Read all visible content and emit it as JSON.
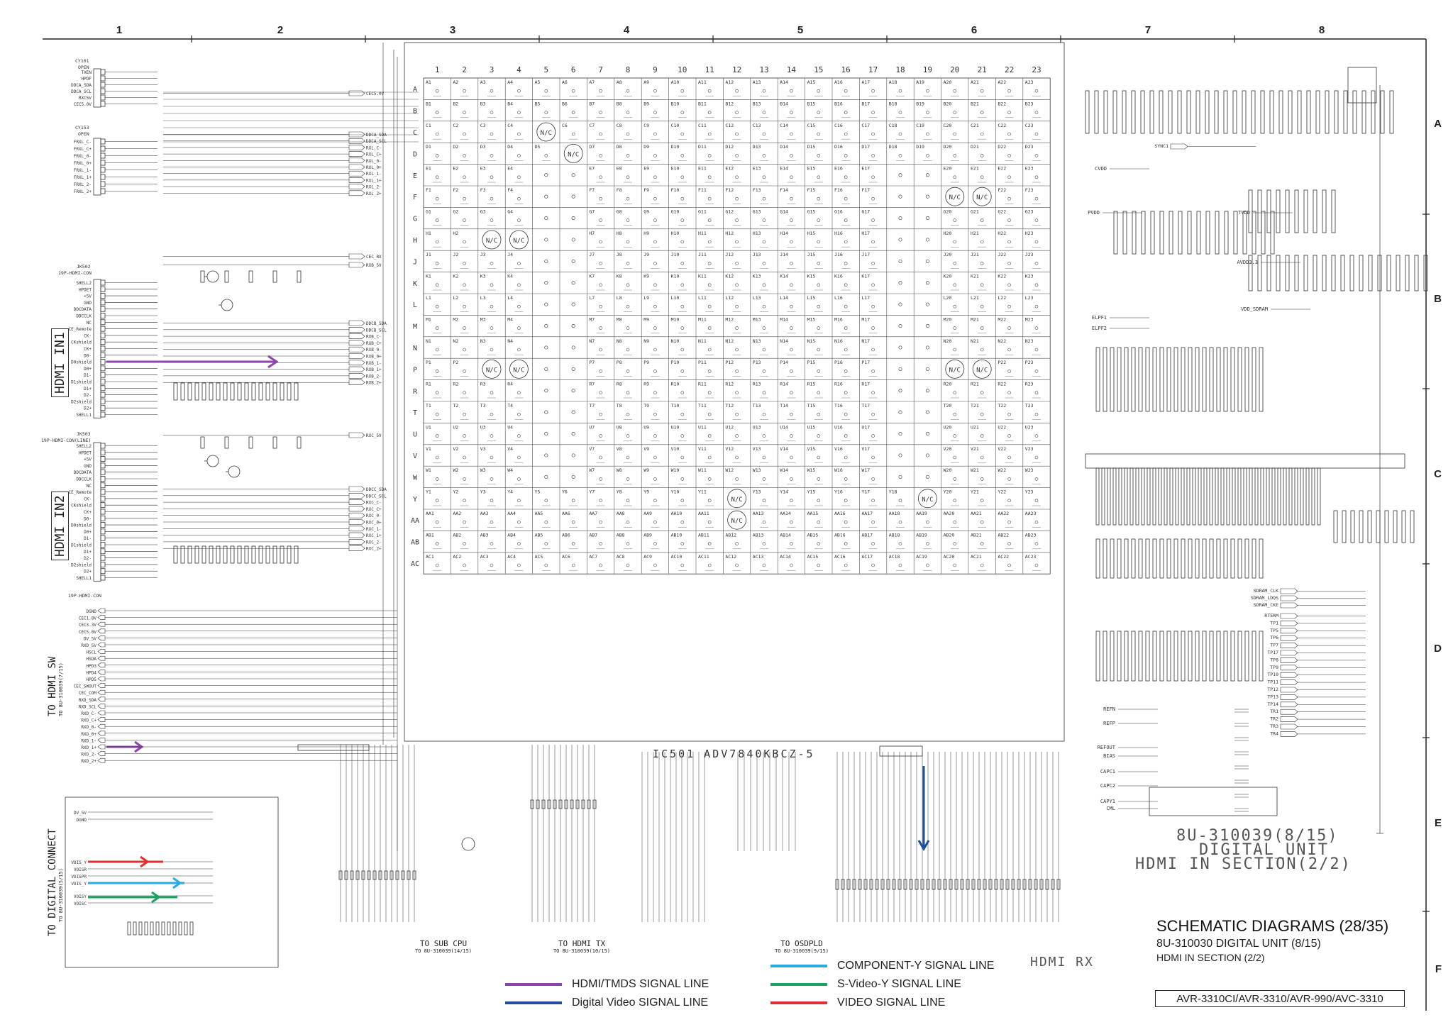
{
  "columns": [
    "1",
    "2",
    "3",
    "4",
    "5",
    "6",
    "7",
    "8"
  ],
  "rows": [
    "A",
    "B",
    "C",
    "D",
    "E",
    "F"
  ],
  "grid_columns": [
    "1",
    "2",
    "3",
    "4",
    "5",
    "6",
    "7",
    "8",
    "9",
    "10",
    "11",
    "12",
    "13",
    "14",
    "15",
    "16",
    "17",
    "18",
    "19",
    "20",
    "21",
    "22",
    "23"
  ],
  "grid_rows": [
    "A",
    "B",
    "C",
    "D",
    "E",
    "F",
    "G",
    "H",
    "J",
    "K",
    "L",
    "M",
    "N",
    "P",
    "R",
    "T",
    "U",
    "V",
    "W",
    "Y",
    "AA",
    "AB",
    "AC"
  ],
  "ic_label": "IC501  ADV7840KBCZ-5",
  "title_block": {
    "title": "SCHEMATIC DIAGRAMS (28/35)",
    "sub1": "8U-310030 DIGITAL UNIT (8/15)",
    "sub2": "HDMI IN SECTION (2/2)",
    "models": "AVR-3310CI/AVR-3310/AVR-990/AVC-3310"
  },
  "handwritten": {
    "line1": "8U-310039(8/15)",
    "line2": "DIGITAL_UNIT",
    "line3": "HDMI IN SECTION(2/2)",
    "hdmi_rx": "HDMI RX"
  },
  "vertical_titles": {
    "hdmi_in1": "HDMI IN1",
    "hdmi_in2": "HDMI IN2",
    "to_hdmi_sw": "TO HDMI SW",
    "to_hdmi_sw_ref": "TO 8U-310039(7/15)",
    "to_digital_connect": "TO DIGITAL CONNECT",
    "to_digital_connect_ref": "TO 8U-310039(5/15)"
  },
  "groups": {
    "sub_cpu": {
      "label": "TO SUB CPU",
      "ref": "TO 8U-310039(14/15)"
    },
    "hdmi_tx": {
      "label": "TO HDMI TX",
      "ref": "TO 8U-310039(10/15)"
    },
    "osdpld": {
      "label": "TO OSDPLD",
      "ref": "TO 8U-310039(9/15)"
    }
  },
  "connectors": {
    "jk502": "JK502",
    "jk502_type": "19P-HDMI-CON",
    "jk503": "JK503",
    "jk503_type": "19P-HDMI-CON(LINE)",
    "footer_conn": "19P-HDMI-CON",
    "cy101": "CY101",
    "cy101_state": "OPEN",
    "cy153": "CY153",
    "cy153_state": "OPEN"
  },
  "pins_left_top": [
    "TXEN",
    "HPDF",
    "DDCA_SDA",
    "DDCA_SCL",
    "RXC5V",
    "CEC5.0V",
    "FRXL_C-",
    "FRXL_C+",
    "FRXL_0-",
    "FRXL_0+",
    "FRXL_1-",
    "FRXL_1+",
    "FRXL_2-",
    "FRXL_2+"
  ],
  "pins_jk502": [
    "SHELL2",
    "HPDET",
    "+5V",
    "GND",
    "DDCDATA",
    "DDCCLK",
    "NC",
    "CE_Remote",
    "CK-",
    "CKshield",
    "CK+",
    "D0-",
    "D0shield",
    "D0+",
    "D1-",
    "D1shield",
    "D1+",
    "D2-",
    "D2shield",
    "D2+",
    "SHELL1"
  ],
  "pins_right_top": [
    "CEC5.0V",
    "DDCA_SDA",
    "DDCA_SCL",
    "RXL_C-",
    "RXL_C+",
    "RXL_0-",
    "RXL_0+",
    "RXL_1-",
    "RXL_1+",
    "RXL_2-",
    "RXL_2+",
    "CEC_RX",
    "RXB_5V"
  ],
  "pins_right_b": [
    "DDCB_SDA",
    "DDCB_SCL",
    "RXB_C-",
    "RXB_C+",
    "RXB_0-",
    "RXB_0+",
    "RXB_1-",
    "RXB_1+",
    "RXB_2-",
    "RXB_2+"
  ],
  "pins_right_c": [
    "RXC_5V",
    "DDCC_SDA",
    "DDCC_SCL",
    "RXC_C-",
    "RXC_C+",
    "RXC_0-",
    "RXC_0+",
    "RXC_1-",
    "RXC_1+",
    "RXC_2-",
    "RXC_2+"
  ],
  "pins_hdmi_sw": [
    "DGND",
    "CEC1.8V",
    "CEC3.3V",
    "CEC5.0V",
    "DV_5V",
    "RXD_5V",
    "HSCL",
    "HSDA",
    "HPD3",
    "HPD4",
    "HPD5",
    "CEC_SWOUT",
    "CEC_COM",
    "RXD_SDA",
    "RXD_SCL",
    "RXD_C-",
    "RXD_C+",
    "RXD_0-",
    "RXD_0+",
    "RXD_1-",
    "RXD_1+",
    "RXD_2-",
    "RXD_2+"
  ],
  "pins_digital_connect": [
    "DV_5V",
    "DGND",
    "VOIS_Y",
    "VOISR",
    "VOISPR",
    "VOIS_Y",
    "VOISY",
    "VOISC"
  ],
  "pins_right_col7": [
    "CVDD",
    "PVDD",
    "TVDD",
    "AVDD3.3",
    "VDD_SDRAM",
    "ELPF1",
    "ELPF2",
    "REFN",
    "REFP",
    "REFOUT",
    "BIAS",
    "CAPC1",
    "CAPC2",
    "CAPY1",
    "CML"
  ],
  "pins_right_col8": [
    "SYNC1",
    "SDRAM_CLK",
    "SDRAM_LDQS",
    "SDRAM_CKE",
    "RTERM",
    "TP1",
    "TP5",
    "TP6",
    "TP7",
    "TP17",
    "TP8",
    "TP9",
    "TP10",
    "TP11",
    "TP12",
    "TP13",
    "TP14",
    "TR1",
    "TR2",
    "TR3",
    "TR4"
  ],
  "legend": [
    {
      "label": "HDMI/TMDS SIGNAL LINE",
      "color": "#8e44ad"
    },
    {
      "label": "Digital Video SIGNAL LINE",
      "color": "#1f4e9c"
    },
    {
      "label": "COMPONENT-Y SIGNAL LINE",
      "color": "#29abe2"
    },
    {
      "label": "S-Video-Y SIGNAL LINE",
      "color": "#1aa260"
    },
    {
      "label": "VIDEO SIGNAL LINE",
      "color": "#e03030"
    }
  ],
  "colors": {
    "line": "#333333",
    "hdmi": "#8e44ad",
    "digital": "#1f4e9c",
    "component": "#29abe2",
    "svideo": "#1aa260",
    "video": "#e03030"
  }
}
